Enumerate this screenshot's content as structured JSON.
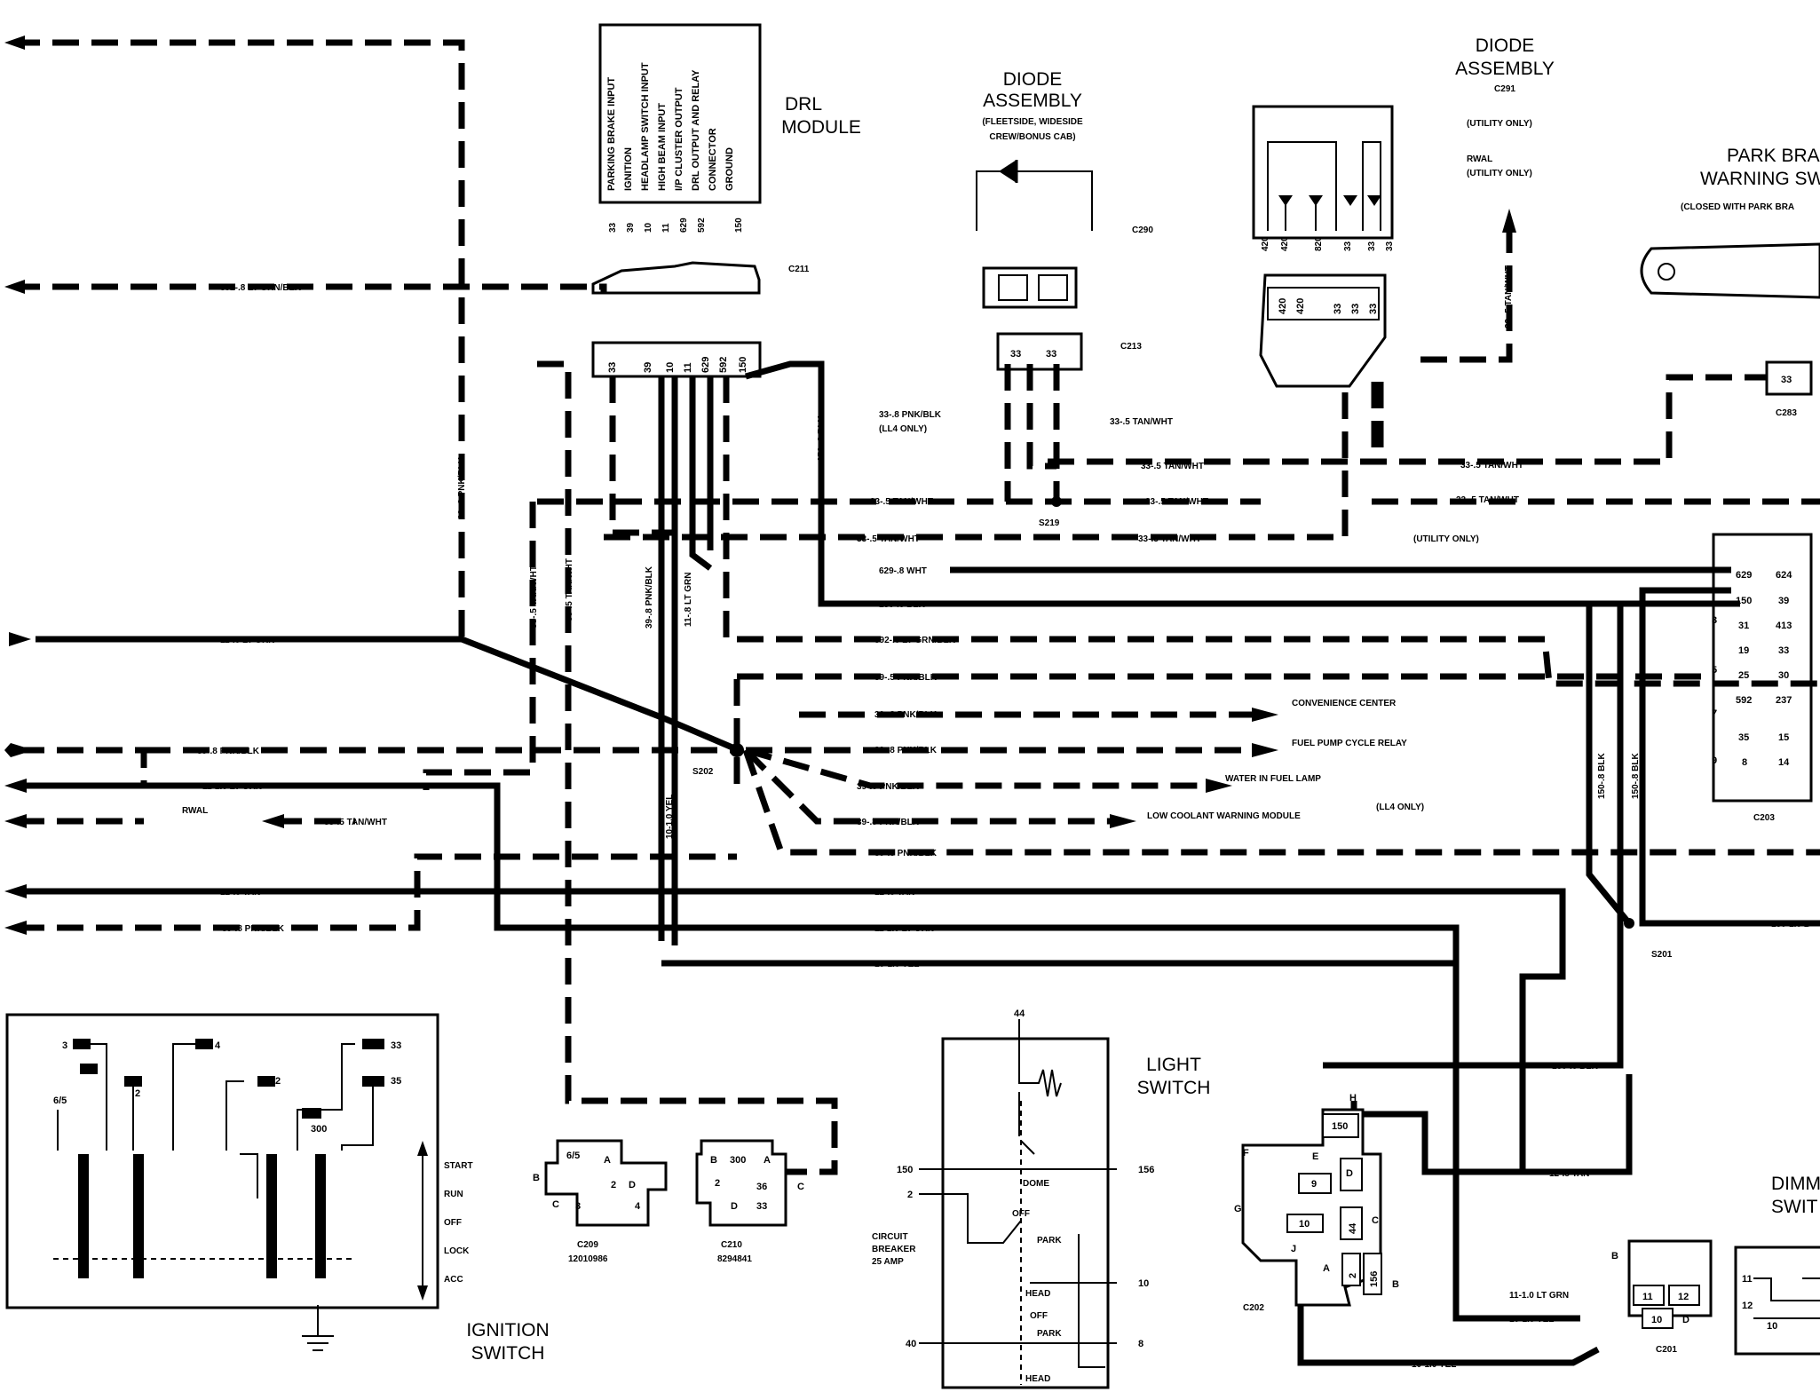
{
  "headings": {
    "drl_module_1": "DRL",
    "drl_module_2": "MODULE",
    "diode_assembly_1": "DIODE",
    "diode_assembly_2": "ASSEMBLY",
    "diode_note_1": "(FLEETSIDE, WIDESIDE",
    "diode_note_2": "CREW/BONUS CAB)",
    "diode2_1": "DIODE",
    "diode2_2": "ASSEMBLY",
    "c291": "C291",
    "utility_only": "(UTILITY ONLY)",
    "rwal": "RWAL",
    "park_brake_1": "PARK BRA",
    "park_brake_2": "WARNING SW",
    "park_brake_note": "(CLOSED WITH PARK BRA",
    "light_switch_1": "LIGHT",
    "light_switch_2": "SWITCH",
    "ignition_switch_1": "IGNITION",
    "ignition_switch_2": "SWITCH",
    "dimmer_1": "DIMM",
    "dimmer_2": "SWIT"
  },
  "drl_pin_labels": [
    "PARKING BRAKE INPUT",
    "IGNITION",
    "HEADLAMP SWITCH INPUT",
    "HIGH BEAM INPUT",
    "I/P CLUSTER OUTPUT",
    "DRL OUTPUT AND RELAY",
    "CONNECTOR",
    "GROUND"
  ],
  "drl_circuit_numbers": [
    "33",
    "39",
    "10",
    "11",
    "629",
    "592",
    "150"
  ],
  "c211_pins": [
    "33",
    "39",
    "10",
    "11",
    "629",
    "592",
    "150"
  ],
  "connectors": {
    "c211": "C211",
    "c290": "C290",
    "c213": "C213",
    "c283": "C283",
    "c203": "C203",
    "c209": "C209",
    "c209_part": "12010986",
    "c210": "C210",
    "c210_part": "8294841",
    "c202": "C202",
    "c201": "C201",
    "s219": "S219",
    "s202": "S202",
    "s201": "S201"
  },
  "c291_top_numbers": [
    "420",
    "420",
    "820",
    "33",
    "33",
    "33"
  ],
  "c291_pins": [
    "420",
    "420",
    "33",
    "33",
    "33"
  ],
  "c203_pins": [
    [
      "629",
      "624"
    ],
    [
      "150",
      "39"
    ],
    [
      "31",
      "413"
    ],
    [
      "19",
      "33"
    ],
    [
      "25",
      "30"
    ],
    [
      "592",
      "237"
    ],
    [
      "35",
      "15"
    ],
    [
      "8",
      "14"
    ]
  ],
  "c203_rows": [
    "3",
    "5",
    "7",
    "9"
  ],
  "wire_labels": {
    "w592_top": "592-.8 LT GRN/BLK",
    "w39_vert": "39-.8 PNK/BLK",
    "w11_lt": "11-.8 LT GRN",
    "w39_left": "39-.8 PNK/BLK",
    "w11_10": "11-1.0 LT GRN",
    "rwal_left": "RWAL",
    "w33_left": "33-.5 TAN/WHT",
    "w12_left": "12-.8 TAN",
    "w39_left2": "39-.8 PNK/BLK",
    "w33_v1": "33-.5 TAN/WHT",
    "w33_v2": "33-.5 TAN/WHT",
    "w39_v3": "39-.8 PNK/BLK",
    "w11_v4": "11-.8 LT GRN",
    "w10_v5": "10-1.0 YEL",
    "w150_v": "150-.8 BLK",
    "w33_pnk": "33-.8 PNK/BLK",
    "ll4_only": "(LL4 ONLY)",
    "w33_tan_a": "33-.5 TAN/WHT",
    "w33_tan_b": "33-.5 TAN/WHT",
    "w33_tan_c": "33-.5 TAN/WHT",
    "w33_tan_d": "33-.5 TAN/WHT",
    "w33_tan_e": "33-.5 TAN/WHT",
    "w33_tan_f": "33-.5 TAN/WHT",
    "w33_tan_g": "33-.5 TAN/WHT",
    "w33_tan_h": "33-.5 TAN/WHT",
    "w33_c291": "33-.5 TAN/WHT",
    "utility_only2": "(UTILITY ONLY)",
    "w629": "629-.8 WHT",
    "w150": "150-.8 BLK",
    "w592": "592-.8 LT GRN/BLK",
    "w39_5a": "39-.5 PNK/BLK",
    "w39_8a": "39-.8 PNK/BLK",
    "w39_8b": "39-.8 PNK/BLK",
    "w39_8c": "39-.8 PNK/BLK",
    "w39_8d": "39-.8 PNK/BLK",
    "w39_5b": "39-.5 PNK/BLK",
    "conv_center": "CONVENIENCE CENTER",
    "fuel_pump": "FUEL PUMP CYCLE RELAY",
    "water_fuel": "WATER IN FUEL LAMP",
    "low_coolant": "LOW COOLANT WARNING MODULE",
    "ll4_only2": "(LL4 ONLY)",
    "w12_tan": "12-.8 TAN",
    "w11_ltgrn": "11-1.0 LT GRN",
    "w10_yel": "10-1.0 YEL",
    "w150_blk_a": "150-.8 BLK",
    "w150_blk_b": "150-.8 BLK",
    "w150_10": "150-1.0 B",
    "w150_blk_c": "150-.8 BLK",
    "w12_tan_b": "12-.8 TAN",
    "w11_ltgrn_b": "11-1.0 LT GRN",
    "w10_yel_b": "10-1.0 YEL",
    "w10_yel_c": "10-1.0 YEL"
  },
  "ignition": {
    "terminals_left": [
      "3",
      "4",
      "2",
      "6/5"
    ],
    "terminals_right": [
      "2",
      "33",
      "35",
      "300"
    ],
    "positions": [
      "START",
      "RUN",
      "OFF",
      "LOCK",
      "ACC"
    ]
  },
  "c209_pins": [
    "6/5",
    "A",
    "B",
    "2",
    "D",
    "C",
    "3",
    "4"
  ],
  "c210_pins": [
    "B",
    "300",
    "A",
    "2",
    "36",
    "C",
    "D",
    "33"
  ],
  "light_switch": {
    "numbers": [
      "44",
      "150",
      "2",
      "156",
      "10",
      "40",
      "8"
    ],
    "labels": [
      "DOME",
      "OFF",
      "PARK",
      "HEAD",
      "OFF",
      "PARK",
      "HEAD"
    ],
    "breaker_1": "CIRCUIT",
    "breaker_2": "BREAKER",
    "breaker_3": "25 AMP"
  },
  "c202_pins": [
    "H",
    "150",
    "F",
    "E",
    "9",
    "D",
    "G",
    "10",
    "44",
    "C",
    "J",
    "A",
    "2",
    "156",
    "B"
  ],
  "c201_pins": [
    "B",
    "11",
    "12",
    "10",
    "D"
  ],
  "dimmer_pins": [
    "11",
    "12",
    "10"
  ]
}
